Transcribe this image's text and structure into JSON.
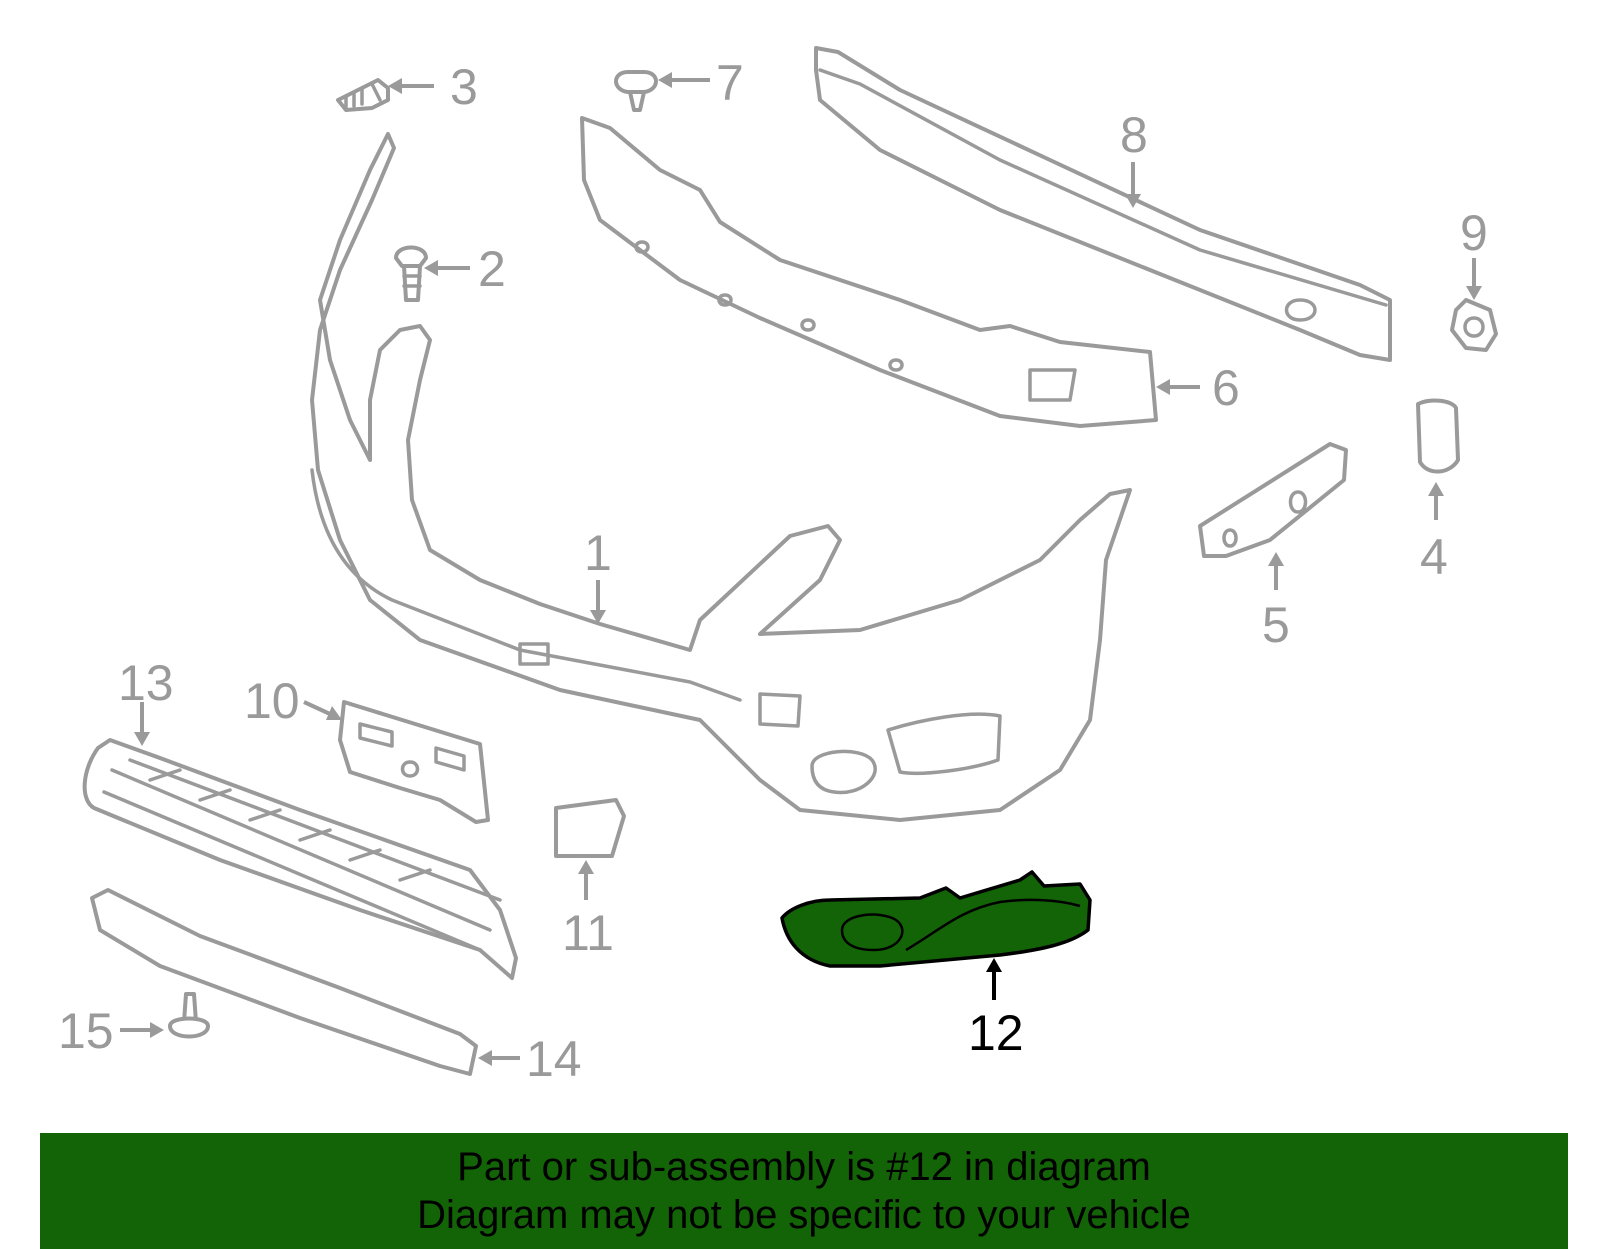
{
  "callouts": [
    {
      "id": "p1",
      "label": "1"
    },
    {
      "id": "p2",
      "label": "2"
    },
    {
      "id": "p3",
      "label": "3"
    },
    {
      "id": "p4",
      "label": "4"
    },
    {
      "id": "p5",
      "label": "5"
    },
    {
      "id": "p6",
      "label": "6"
    },
    {
      "id": "p7",
      "label": "7"
    },
    {
      "id": "p8",
      "label": "8"
    },
    {
      "id": "p9",
      "label": "9"
    },
    {
      "id": "p10",
      "label": "10"
    },
    {
      "id": "p11",
      "label": "11"
    },
    {
      "id": "p12",
      "label": "12"
    },
    {
      "id": "p13",
      "label": "13"
    },
    {
      "id": "p14",
      "label": "14"
    },
    {
      "id": "p15",
      "label": "15"
    }
  ],
  "highlighted_part": "12",
  "colors": {
    "highlight": "#136307",
    "outline_gray": "#9a9a9a",
    "banner_bg": "#136307"
  },
  "banner": {
    "line1": "Part or sub-assembly is #12 in diagram",
    "line2": "Diagram may not be specific to your vehicle"
  }
}
